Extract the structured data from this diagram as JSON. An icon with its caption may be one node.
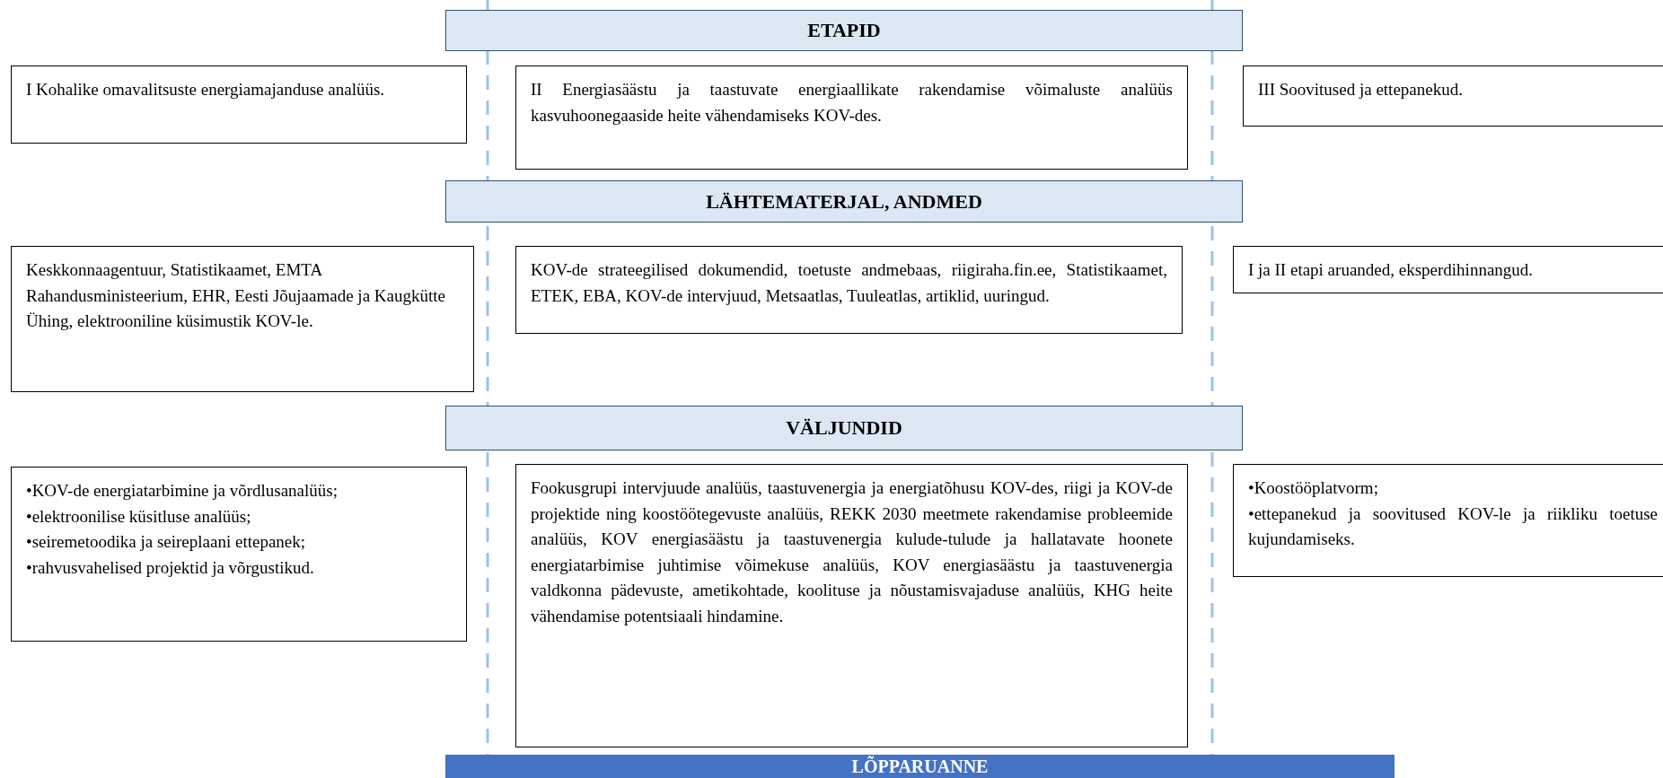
{
  "diagram": {
    "nodes": [
      {
        "text": [
          "ETAPID"
        ]
      },
      {
        "text": [
          "I Kohalike omavalitsuste energiamajanduse analüüs."
        ]
      },
      {
        "text": [
          "II Energiasäästu ja taastuvate energiaallikate rakendamise võimaluste analüüs kasvuhoonegaaside heite vähendamiseks KOV-des."
        ]
      },
      {
        "text": [
          "III Soovitused ja ettepanekud."
        ]
      },
      {
        "text": [
          "LÄHTEMATERJAL, ANDMED"
        ]
      },
      {
        "text": [
          "Keskkonnaagentuur, Statistikaamet, EMTA Rahandusministeerium, EHR, Eesti Jõujaamade ja Kaugkütte Ühing, elektrooniline küsimustik KOV-le."
        ]
      },
      {
        "text": [
          "KOV-de strateegilised dokumendid, toetuste andmebaas, riigiraha.fin.ee, Statistikaamet, ETEK, EBA, KOV-de intervjuud, Metsaatlas, Tuuleatlas, artiklid, uuringud."
        ]
      },
      {
        "text": [
          "I ja II etapi aruanded, eksperdihinnangud."
        ]
      },
      {
        "text": [
          "VÄLJUNDID"
        ]
      },
      {
        "text": [
          "•KOV-de energiatarbimine ja võrdlusanalüüs;",
          "•elektroonilise küsitluse analüüs;",
          "•seiremetoodika ja seireplaani ettepanek;",
          "•rahvusvahelised projektid ja võrgustikud."
        ]
      },
      {
        "text": [
          "Fookusgrupi intervjuude analüüs, taastuvenergia ja energiatõhusu KOV-des, riigi ja KOV-de projektide ning koostöötegevuste analüüs, REKK 2030 meetmete rakendamise probleemide analüüs, KOV energiasäästu ja taastuvenergia kulude-tulude ja hallatavate hoonete energiatarbimise juhtimise võimekuse analüüs, KOV energiasäästu ja taastuvenergia valdkonna pädevuste, ametikohtade, koolituse ja nõustamisvajaduse analüüs, KHG heite vähendamise potentsiaali hindamine."
        ]
      },
      {
        "text": [
          "•Koostööplatvorm;",
          "•ettepanekud ja soovitused KOV-le ja riikliku toetuse kujundamiseks."
        ]
      },
      {
        "text": [
          "LÕPPARUANNE"
        ]
      }
    ]
  }
}
